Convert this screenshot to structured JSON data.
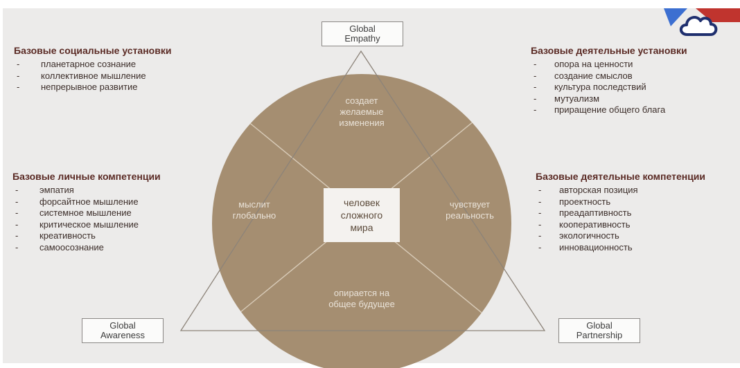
{
  "nodes": {
    "top": [
      "Global",
      "Empathy"
    ],
    "left": [
      "Global",
      "Awareness"
    ],
    "right": [
      "Global",
      "Partnership"
    ]
  },
  "center": [
    "человек",
    "сложного",
    "мира"
  ],
  "sectors": {
    "top": [
      "создает",
      "желаемые",
      "изменения"
    ],
    "left": [
      "мыслит",
      "глобально"
    ],
    "right": [
      "чувствует",
      "реальность"
    ],
    "bottom": [
      "опирается на",
      "общее будущее"
    ]
  },
  "blocks": {
    "social": {
      "title": "Базовые социальные установки",
      "items": [
        "планетарное сознание",
        "коллективное мышление",
        "непрерывное развитие"
      ]
    },
    "activity_attitudes": {
      "title": "Базовые деятельные установки",
      "items": [
        "опора на ценности",
        "создание смыслов",
        "культура последствий",
        "мутуализм",
        "приращение общего блага"
      ]
    },
    "personal": {
      "title": "Базовые личные компетенции",
      "items": [
        "эмпатия",
        "форсайтное мышление",
        "системное мышление",
        "критическое мышление",
        "креативность",
        "самоосознание"
      ]
    },
    "activity_competences": {
      "title": "Базовые деятельные компетенции",
      "items": [
        "авторская позиция",
        "проектность",
        "преадаптивность",
        "кооперативность",
        "экологичность",
        "инновационность"
      ]
    }
  },
  "list_marker": "-",
  "colors": {
    "circle": "#a58e71",
    "triangle": "#8c8379",
    "heading": "#5a2a24",
    "logo_cloud": "#3c6fd1",
    "logo_accent": "#c0342e"
  },
  "icons": [
    "cloud-icon"
  ]
}
